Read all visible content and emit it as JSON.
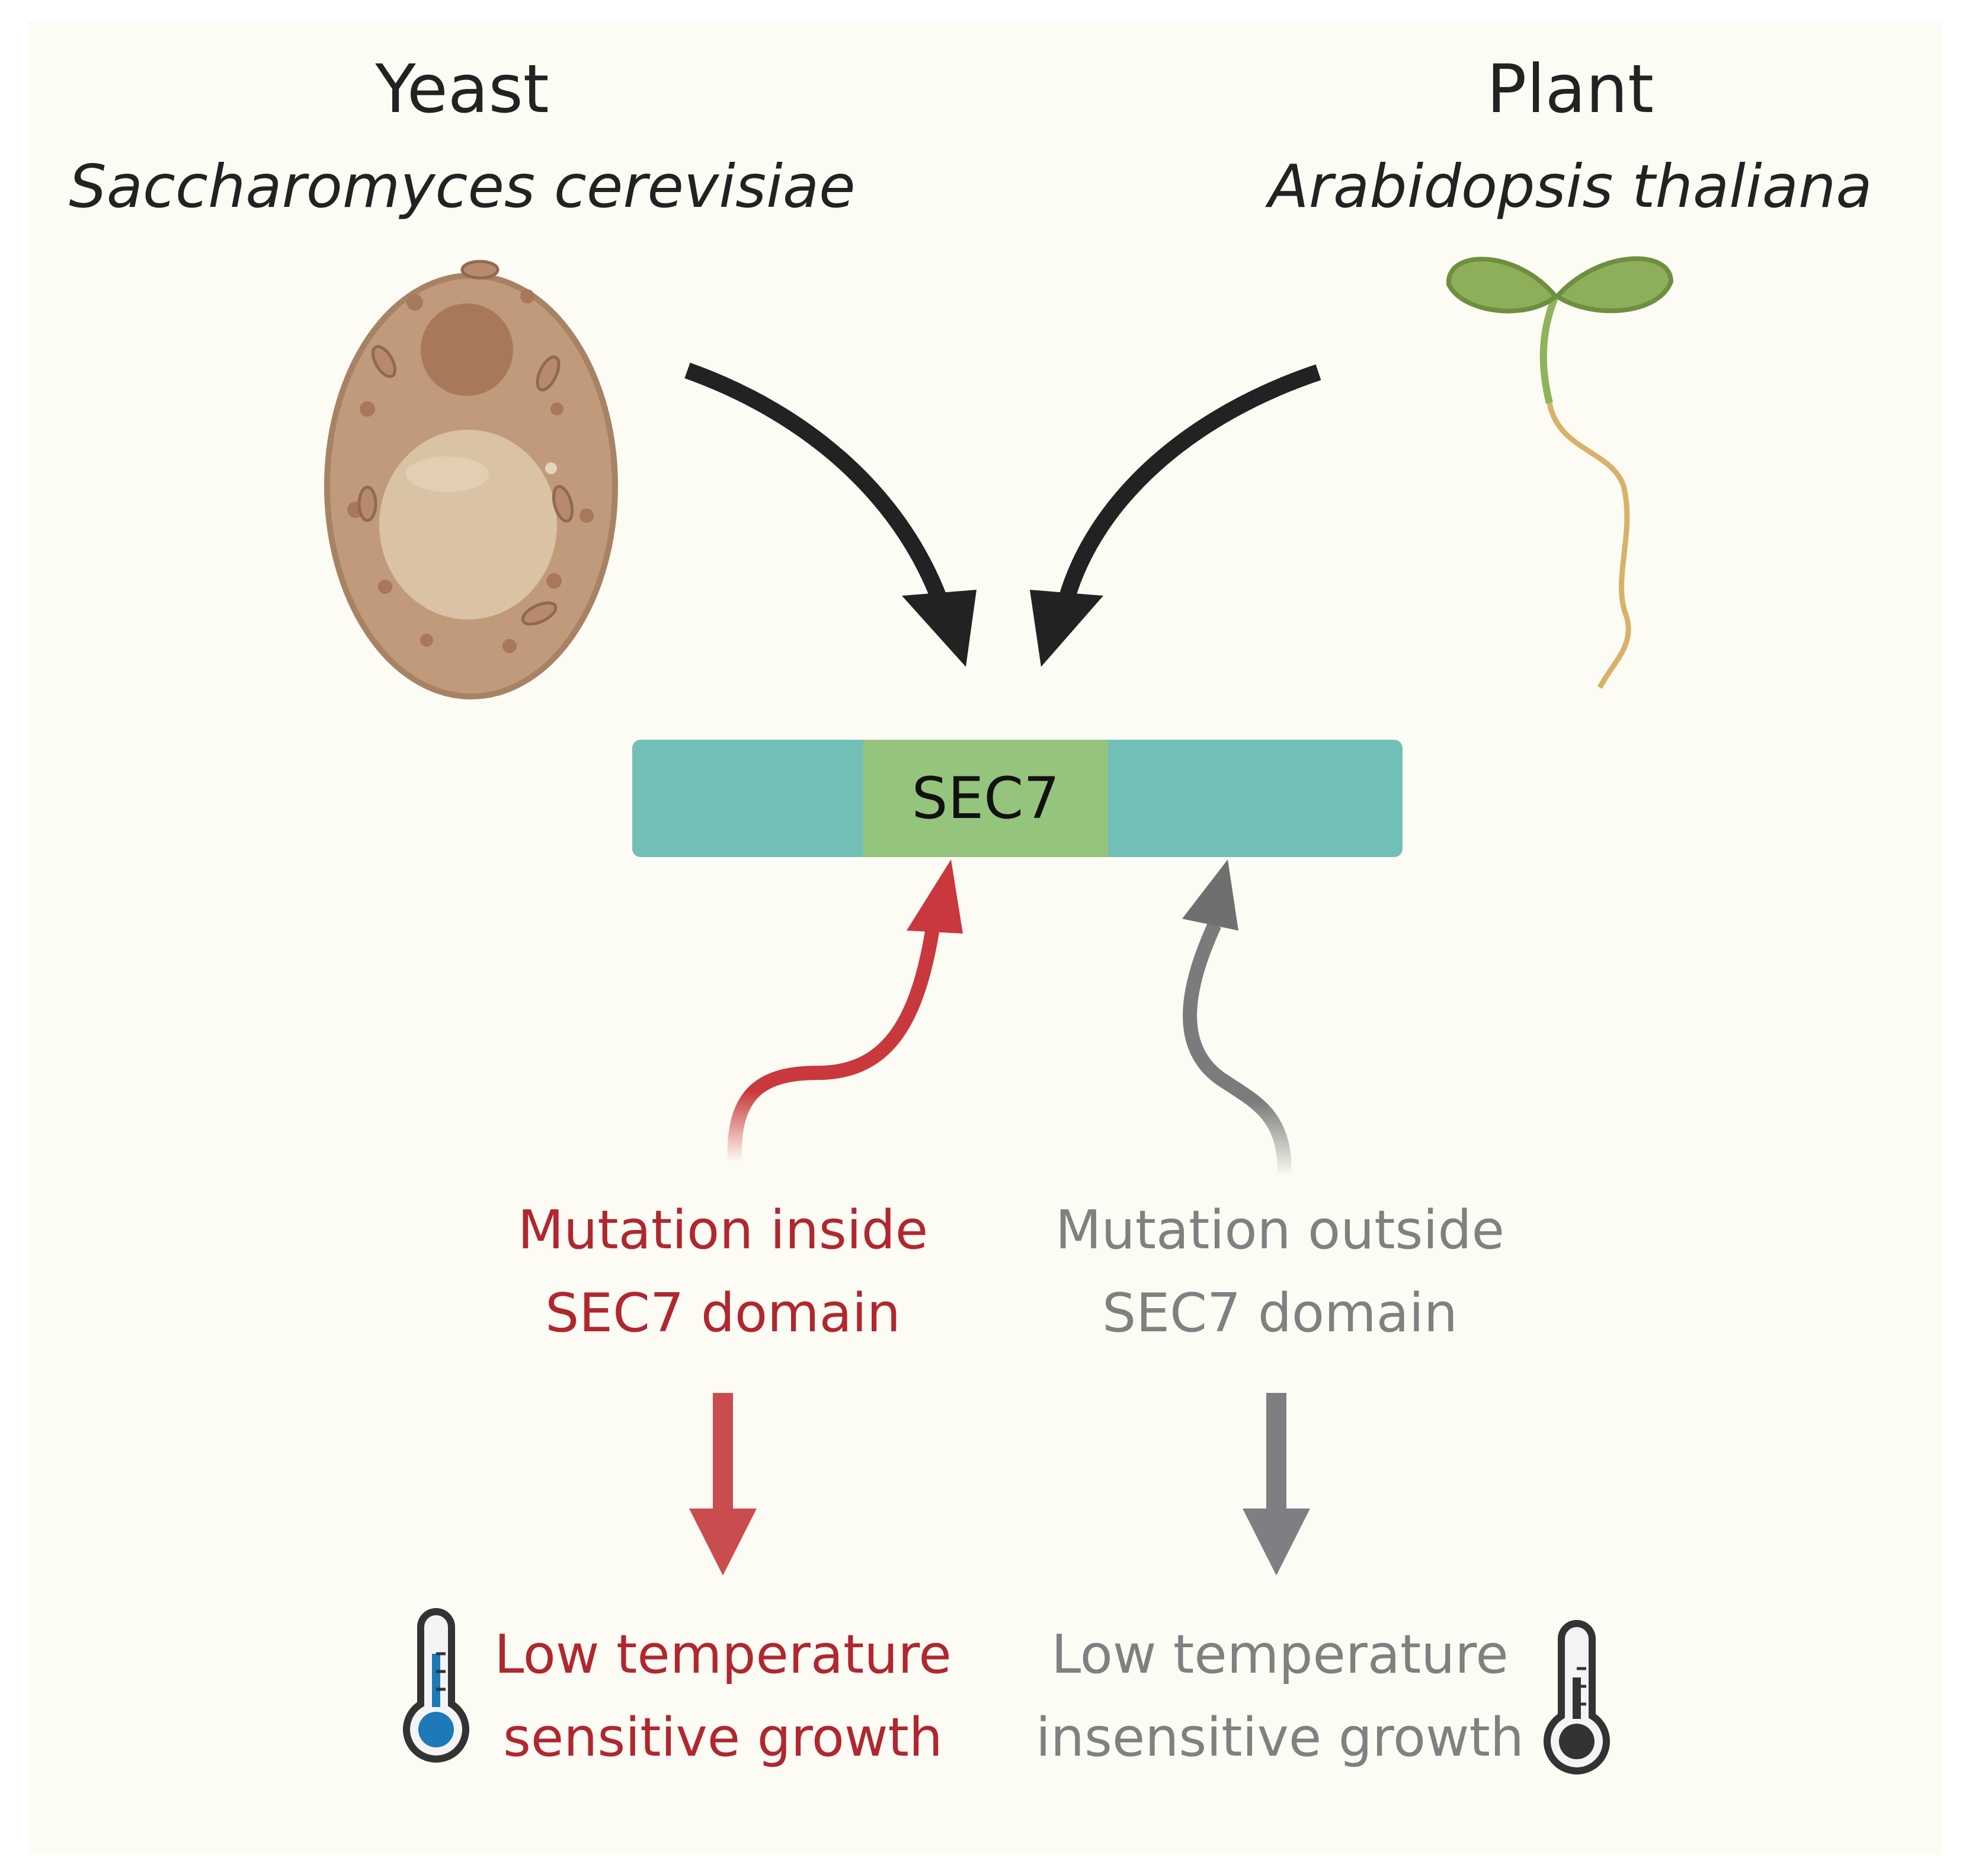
{
  "yeast": {
    "title": "Yeast",
    "species": "Saccharomyces cerevisiae"
  },
  "plant": {
    "title": "Plant",
    "species": "Arabidopsis thaliana"
  },
  "protein": {
    "domain_label": "SEC7",
    "colors": {
      "protein": "#72bfb8",
      "domain": "#95c47c"
    }
  },
  "mutation_inside": {
    "line1": "Mutation inside",
    "line2": "SEC7 domain",
    "color": "#b0272f"
  },
  "mutation_outside": {
    "line1": "Mutation outside",
    "line2": "SEC7 domain",
    "color": "#808080"
  },
  "phenotype_sensitive": {
    "line1": "Low temperature",
    "line2": "sensitive growth",
    "icon": "thermometer-cold-icon"
  },
  "phenotype_insensitive": {
    "line1": "Low temperature",
    "line2": "insensitive growth",
    "icon": "thermometer-neutral-icon"
  }
}
